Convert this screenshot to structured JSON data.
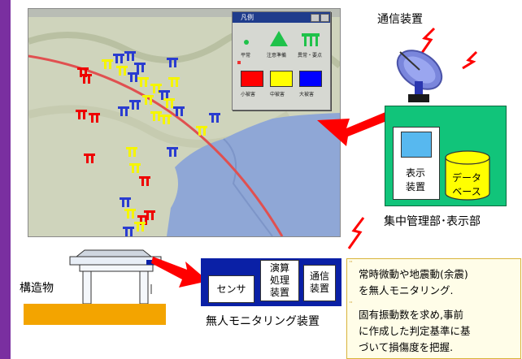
{
  "map_window": {
    "title": "",
    "legend": {
      "title": "凡例",
      "row1": [
        "平常",
        "注意準備",
        "異常・要点"
      ],
      "row2": [
        "小被害",
        "中被害",
        "大被害"
      ]
    }
  },
  "labels": {
    "communication_device": "通信装置",
    "display_device_line1": "表示",
    "display_device_line2": "装置",
    "database_line1": "データ",
    "database_line2": "ベース",
    "central_management": "集中管理部･表示部",
    "structure": "構造物",
    "sensor": "センサ",
    "calc_line1": "演算",
    "calc_line2": "処理",
    "calc_line3": "装置",
    "comm_line1": "通信",
    "comm_line2": "装置",
    "unmanned_monitoring_device": "無人モニタリング装置"
  },
  "notes": {
    "bullet": "¨",
    "note1_line1": "常時微動や地震動(余震)",
    "note1_line2": "を無人モニタリング.",
    "note2_line1": "固有振動数を求め,事前",
    "note2_line2": "に作成した判定基準に基",
    "note2_line3": "づいて損傷度を把握."
  },
  "colors": {
    "accent_bar": "#7a2fa0",
    "central_box": "#11c47a",
    "unmanned_box": "#0a20a6",
    "arrow": "#ff0000",
    "database": "#ffff00",
    "screen": "#57b8ef",
    "ground": "#f3a400"
  },
  "icons": [
    "satellite-dish-icon",
    "lightning-icon",
    "database-icon",
    "bridge-structure-icon"
  ]
}
